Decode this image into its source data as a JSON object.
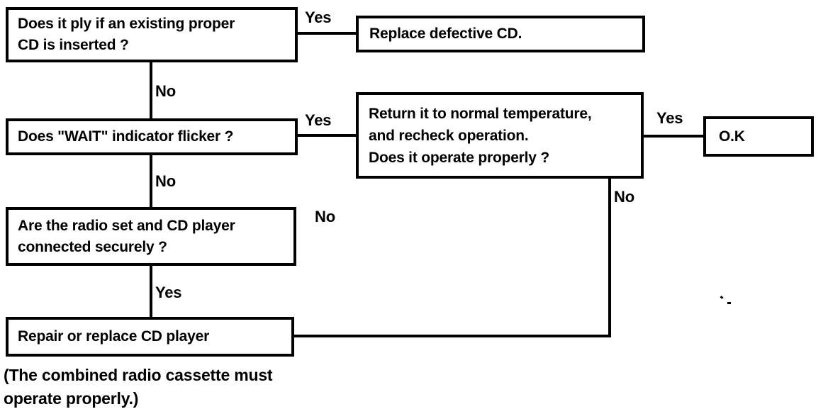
{
  "flowchart": {
    "boxes": {
      "q_play": {
        "text": "Does it ply if an existing proper\nCD is inserted ?"
      },
      "replace_cd": {
        "text": "Replace defective CD."
      },
      "q_wait": {
        "text": "Does \"WAIT\" indicator flicker ?"
      },
      "return_temp": {
        "text": "Return it to normal temperature,\nand recheck operation.\nDoes it operate properly ?"
      },
      "ok": {
        "text": "O.K"
      },
      "q_connected": {
        "text": "Are the radio set and CD player\nconnected securely ?"
      },
      "repair": {
        "text": "Repair or replace CD player"
      }
    },
    "edges": [
      {
        "from": "q_play",
        "to": "replace_cd",
        "label": "Yes",
        "direction": "right"
      },
      {
        "from": "q_play",
        "to": "q_wait",
        "label": "No",
        "direction": "down"
      },
      {
        "from": "q_wait",
        "to": "return_temp",
        "label": "Yes",
        "direction": "right"
      },
      {
        "from": "return_temp",
        "to": "ok",
        "label": "Yes",
        "direction": "right"
      },
      {
        "from": "q_wait",
        "to": "q_connected",
        "label": "No",
        "direction": "down"
      },
      {
        "from": "q_connected",
        "to": null,
        "label": "No",
        "direction": "right"
      },
      {
        "from": "q_connected",
        "to": "repair",
        "label": "Yes",
        "direction": "down"
      },
      {
        "from": "return_temp",
        "to": "repair",
        "label": "No",
        "direction": "down-left"
      }
    ],
    "note": "(The combined radio cassette must\noperate properly.)",
    "colors": {
      "line": "#000000",
      "background": "#ffffff",
      "text": "#000000"
    }
  }
}
